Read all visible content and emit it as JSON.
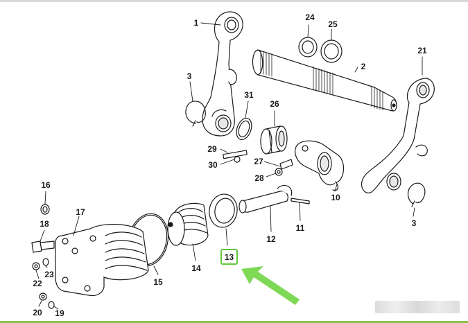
{
  "labels": {
    "l1": "1",
    "l2": "2",
    "l3a": "3",
    "l3b": "3",
    "l10": "10",
    "l11": "11",
    "l12": "12",
    "l13": "13",
    "l14": "14",
    "l15": "15",
    "l16": "16",
    "l17": "17",
    "l18": "18",
    "l19": "19",
    "l20": "20",
    "l21": "21",
    "l22": "22",
    "l23": "23",
    "l24": "24",
    "l25": "25",
    "l26": "26",
    "l27": "27",
    "l28": "28",
    "l29": "29",
    "l30": "30",
    "l31": "31"
  },
  "highlight": {
    "label": "13",
    "color": "#5fc83a",
    "arrow_color": "#7ed957"
  },
  "icons": {
    "pointer": "arrow-pointer-icon"
  }
}
